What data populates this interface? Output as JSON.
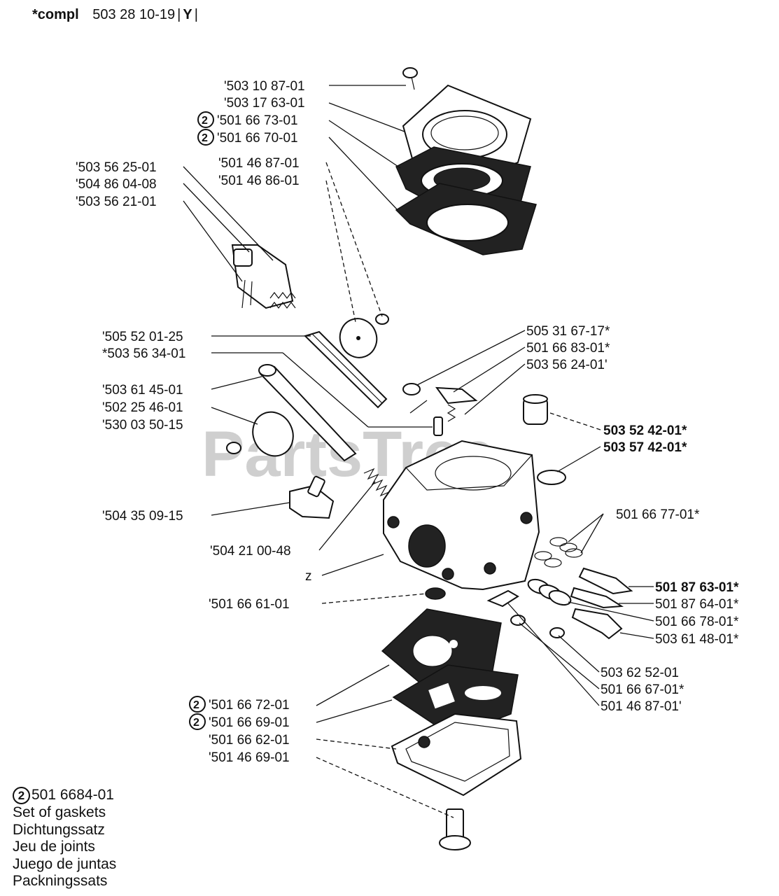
{
  "header": {
    "compl_label": "*compl",
    "compl_number": "503 28 10-19",
    "variant": "Y"
  },
  "watermark": "PartsTree",
  "labels": {
    "l01": "'503 10 87-01",
    "l02": "'503 17 63-01",
    "l03": "'501 66 73-01",
    "l04": "'501 66 70-01",
    "l05": "'503 56 25-01",
    "l06": "'504 86 04-08",
    "l07": "'503 56 21-01",
    "l08": "'501 46 87-01",
    "l09": "'501 46 86-01",
    "l10": "'505 52 01-25",
    "l11": "*503 56 34-01",
    "l12": "'503 61 45-01",
    "l13": "'502 25 46-01",
    "l14": "'530 03 50-15",
    "l15": "'504 35 09-15",
    "l16": "'504 21 00-48",
    "l17": "'501 66 61-01",
    "l18": "'501 66 72-01",
    "l19": "'501 66 69-01",
    "l20": "'501 66 62-01",
    "l21": "'501 46 69-01",
    "r01": "505 31 67-17*",
    "r02": "501 66 83-01*",
    "r03": "503 56 24-01'",
    "r04": "503 52 42-01*",
    "r05": "503 57 42-01*",
    "r06": "501 66 77-01*",
    "r07": "501 87 63-01*",
    "r08": "501 87 64-01*",
    "r09": "501 66 78-01*",
    "r10": "503 61 48-01*",
    "r11": "503 62 52-01",
    "r12": "501 66 67-01*",
    "r13": "501 46 87-01'",
    "z": "z"
  },
  "circle_marker": "2",
  "legend": {
    "number": "501 6684-01",
    "lines": [
      "Set of gaskets",
      "Dichtungssatz",
      "Jeu de joints",
      "Juego de juntas",
      "Packningssats"
    ]
  }
}
